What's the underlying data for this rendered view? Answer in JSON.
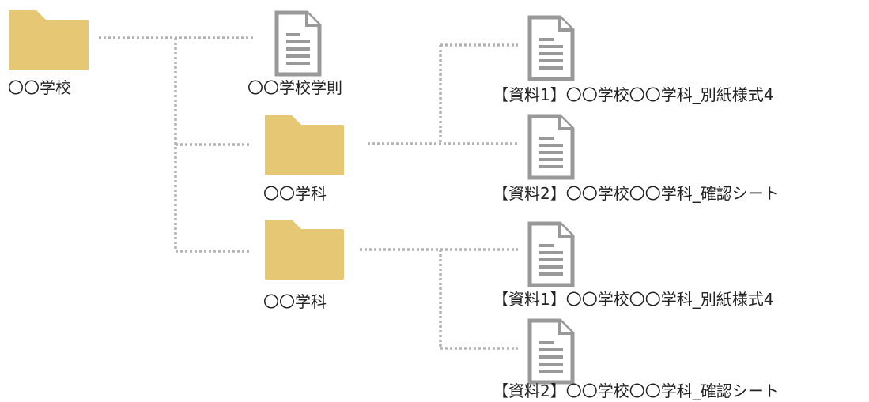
{
  "colors": {
    "folder": "#e5c774",
    "document_outline": "#999999",
    "connector": "#b3b3b3"
  },
  "root": {
    "label": "〇〇学校",
    "icon": "folder-icon"
  },
  "rules_doc": {
    "label": "〇〇学校学則",
    "icon": "document-icon"
  },
  "departments": [
    {
      "label": "〇〇学科",
      "icon": "folder-icon",
      "documents": [
        {
          "label": "【資料1】〇〇学校〇〇学科_別紙様式4",
          "icon": "document-icon"
        },
        {
          "label": "【資料2】〇〇学校〇〇学科_確認シート",
          "icon": "document-icon"
        }
      ]
    },
    {
      "label": "〇〇学科",
      "icon": "folder-icon",
      "documents": [
        {
          "label": "【資料1】〇〇学校〇〇学科_別紙様式4",
          "icon": "document-icon"
        },
        {
          "label": "【資料2】〇〇学校〇〇学科_確認シート",
          "icon": "document-icon"
        }
      ]
    }
  ]
}
